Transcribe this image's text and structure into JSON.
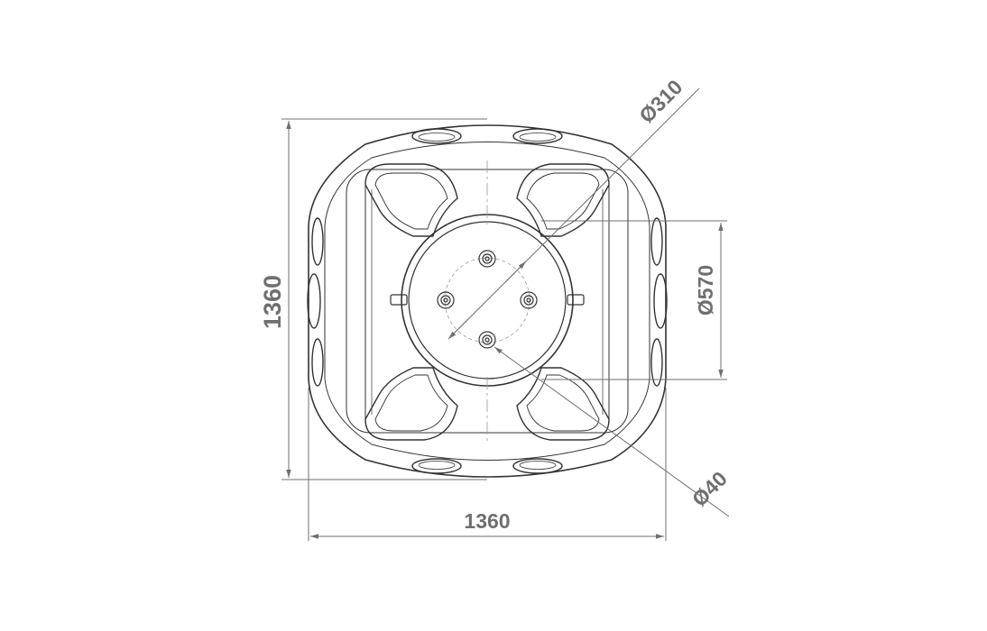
{
  "drawing": {
    "dimensions": {
      "height": "1360",
      "width": "1360",
      "diameter_310": "Ø310",
      "diameter_570": "Ø570",
      "diameter_40": "Ø40"
    },
    "colors": {
      "line": "#333333",
      "dimension": "#6f6f6f",
      "center_line": "#9a9a9a"
    }
  }
}
